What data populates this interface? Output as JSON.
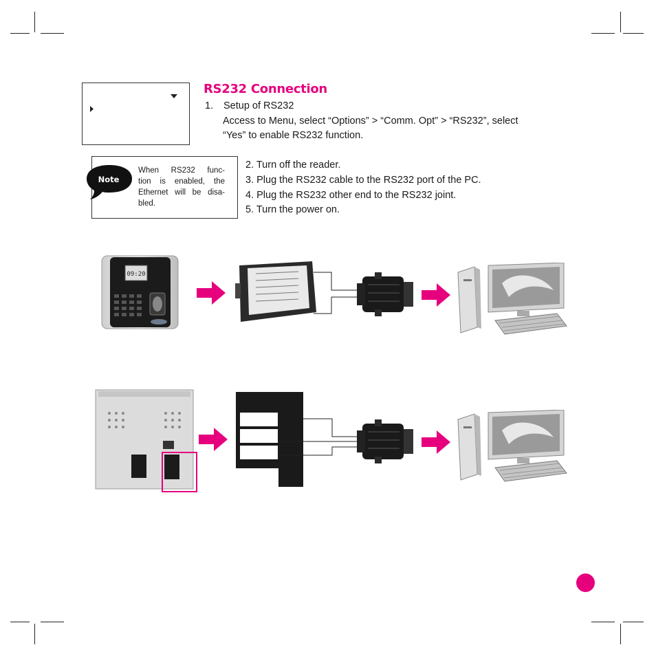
{
  "section": {
    "title": "RS232 Connection",
    "step1_num": "1.",
    "step1_head": "Setup of RS232",
    "step1_line1": "Access to Menu, select “Options” > “Comm. Opt” > “RS232”, select",
    "step1_line2": "“Yes” to enable RS232 function.",
    "steps": [
      "2. Turn off the reader.",
      "3. Plug the RS232 cable to the RS232 port of the PC.",
      "4. Plug the RS232 other end to the RS232 joint.",
      "5. Turn the power on."
    ]
  },
  "note": {
    "badge": "Note",
    "line1": "When RS232 func-",
    "line2": "tion is enabled, the",
    "line3": "Ethernet will be disa-",
    "line4": "bled."
  },
  "device_screen": {
    "time": "09:20"
  },
  "colors": {
    "accent": "#e6007e",
    "text": "#1a1a1a"
  },
  "icons": [
    "dropdown-arrow-icon",
    "menu-pointer-icon",
    "right-arrow-icon",
    "page-number-dot-icon"
  ]
}
